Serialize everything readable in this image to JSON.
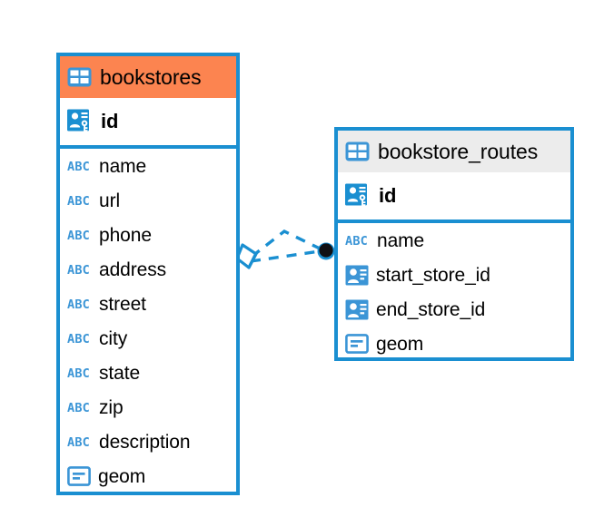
{
  "diagram": {
    "type": "entity-relationship-diagram",
    "background_color": "#ffffff",
    "accent_color": "#1a8fd1",
    "highlight_color": "#fc8450",
    "entities": [
      {
        "id": "bookstores",
        "name": "bookstores",
        "header_style": "accent-orange",
        "table_icon": "table-icon",
        "primary_key": {
          "name": "id",
          "icon": "primary-key-icon"
        },
        "fields": [
          {
            "name": "name",
            "icon": "abc-text-icon",
            "type_hint": "text"
          },
          {
            "name": "url",
            "icon": "abc-text-icon",
            "type_hint": "text"
          },
          {
            "name": "phone",
            "icon": "abc-text-icon",
            "type_hint": "text"
          },
          {
            "name": "address",
            "icon": "abc-text-icon",
            "type_hint": "text"
          },
          {
            "name": "street",
            "icon": "abc-text-icon",
            "type_hint": "text"
          },
          {
            "name": "city",
            "icon": "abc-text-icon",
            "type_hint": "text"
          },
          {
            "name": "state",
            "icon": "abc-text-icon",
            "type_hint": "text"
          },
          {
            "name": "zip",
            "icon": "abc-text-icon",
            "type_hint": "text"
          },
          {
            "name": "description",
            "icon": "abc-text-icon",
            "type_hint": "text"
          },
          {
            "name": "geom",
            "icon": "geometry-icon",
            "type_hint": "geometry"
          }
        ]
      },
      {
        "id": "bookstore_routes",
        "name": "bookstore_routes",
        "header_style": "accent-gray",
        "table_icon": "table-icon",
        "primary_key": {
          "name": "id",
          "icon": "primary-key-icon"
        },
        "fields": [
          {
            "name": "name",
            "icon": "abc-text-icon",
            "type_hint": "text"
          },
          {
            "name": "start_store_id",
            "icon": "foreign-key-icon",
            "type_hint": "reference"
          },
          {
            "name": "end_store_id",
            "icon": "foreign-key-icon",
            "type_hint": "reference"
          },
          {
            "name": "geom",
            "icon": "geometry-icon",
            "type_hint": "geometry"
          }
        ]
      }
    ],
    "relationship": {
      "from_entity": "bookstores",
      "to_entity": "bookstore_routes",
      "line_style": "dashed",
      "line_color": "#1a8fd1",
      "source_marker": "diamond-marker",
      "target_marker": "filled-circle-marker"
    }
  }
}
